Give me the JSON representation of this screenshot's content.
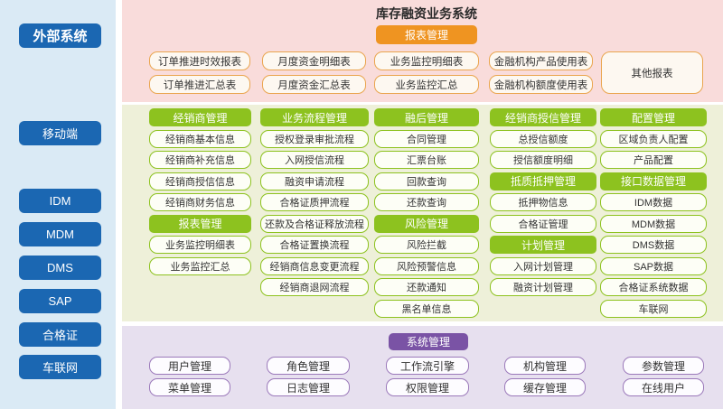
{
  "title": "库存融资业务系统",
  "colors": {
    "sidebar_bg": "#daeaf5",
    "sidebar_button_blue": "#1b67b2",
    "report_section_bg": "#f9dcdb",
    "report_accent_orange": "#ef9421",
    "report_box_border": "#eaa54e",
    "business_section_bg": "#eef0d9",
    "business_accent_green": "#8dc21f",
    "system_section_bg": "#e7e0ef",
    "system_accent_purple": "#7a53a5",
    "system_box_border": "#9b79ba",
    "text": "#333333"
  },
  "sidebar": {
    "external": "外部系统",
    "items": [
      "移动端",
      "IDM",
      "MDM",
      "DMS",
      "SAP",
      "合格证",
      "车联网"
    ]
  },
  "report": {
    "header": "报表管理",
    "rows": [
      [
        "订单推进时效报表",
        "月度资金明细表",
        "业务监控明细表",
        "金融机构产品使用表"
      ],
      [
        "订单推进汇总表",
        "月度资金汇总表",
        "业务监控汇总",
        "金融机构额度使用表"
      ]
    ],
    "other": "其他报表"
  },
  "biz": {
    "cols": [
      {
        "items": [
          {
            "type": "header",
            "label": "经销商管理"
          },
          {
            "type": "item",
            "label": "经销商基本信息"
          },
          {
            "type": "item",
            "label": "经销商补充信息"
          },
          {
            "type": "item",
            "label": "经销商授信信息"
          },
          {
            "type": "item",
            "label": "经销商财务信息"
          },
          {
            "type": "header",
            "label": "报表管理"
          },
          {
            "type": "item",
            "label": "业务监控明细表"
          },
          {
            "type": "item",
            "label": "业务监控汇总"
          }
        ]
      },
      {
        "items": [
          {
            "type": "header",
            "label": "业务流程管理"
          },
          {
            "type": "item",
            "label": "授权登录审批流程"
          },
          {
            "type": "item",
            "label": "入网授信流程"
          },
          {
            "type": "item",
            "label": "融资申请流程"
          },
          {
            "type": "item",
            "label": "合格证质押流程"
          },
          {
            "type": "item",
            "label": "还款及合格证释放流程"
          },
          {
            "type": "item",
            "label": "合格证置换流程"
          },
          {
            "type": "item",
            "label": "经销商信息变更流程"
          },
          {
            "type": "item",
            "label": "经销商退网流程"
          }
        ]
      },
      {
        "items": [
          {
            "type": "header",
            "label": "融后管理"
          },
          {
            "type": "item",
            "label": "合同管理"
          },
          {
            "type": "item",
            "label": "汇票台账"
          },
          {
            "type": "item",
            "label": "回款查询"
          },
          {
            "type": "item",
            "label": "还款查询"
          },
          {
            "type": "header",
            "label": "风险管理"
          },
          {
            "type": "item",
            "label": "风险拦截"
          },
          {
            "type": "item",
            "label": "风险预警信息"
          },
          {
            "type": "item",
            "label": "还款通知"
          },
          {
            "type": "item",
            "label": "黑名单信息"
          }
        ]
      },
      {
        "items": [
          {
            "type": "header",
            "label": "经销商授信管理"
          },
          {
            "type": "item",
            "label": "总授信额度"
          },
          {
            "type": "item",
            "label": "授信额度明细"
          },
          {
            "type": "header",
            "label": "抵质抵押管理"
          },
          {
            "type": "item",
            "label": "抵押物信息"
          },
          {
            "type": "item",
            "label": "合格证管理"
          },
          {
            "type": "header",
            "label": "计划管理"
          },
          {
            "type": "item",
            "label": "入网计划管理"
          },
          {
            "type": "item",
            "label": "融资计划管理"
          }
        ]
      },
      {
        "items": [
          {
            "type": "header",
            "label": "配置管理"
          },
          {
            "type": "item",
            "label": "区域负责人配置"
          },
          {
            "type": "item",
            "label": "产品配置"
          },
          {
            "type": "header",
            "label": "接口数据管理"
          },
          {
            "type": "item",
            "label": "IDM数据"
          },
          {
            "type": "item",
            "label": "MDM数据"
          },
          {
            "type": "item",
            "label": "DMS数据"
          },
          {
            "type": "item",
            "label": "SAP数据"
          },
          {
            "type": "item",
            "label": "合格证系统数据"
          },
          {
            "type": "item",
            "label": "车联网"
          }
        ]
      }
    ]
  },
  "system": {
    "header": "系统管理",
    "rows": [
      [
        "用户管理",
        "角色管理",
        "工作流引擎",
        "机构管理",
        "参数管理"
      ],
      [
        "菜单管理",
        "日志管理",
        "权限管理",
        "缓存管理",
        "在线用户"
      ]
    ]
  }
}
